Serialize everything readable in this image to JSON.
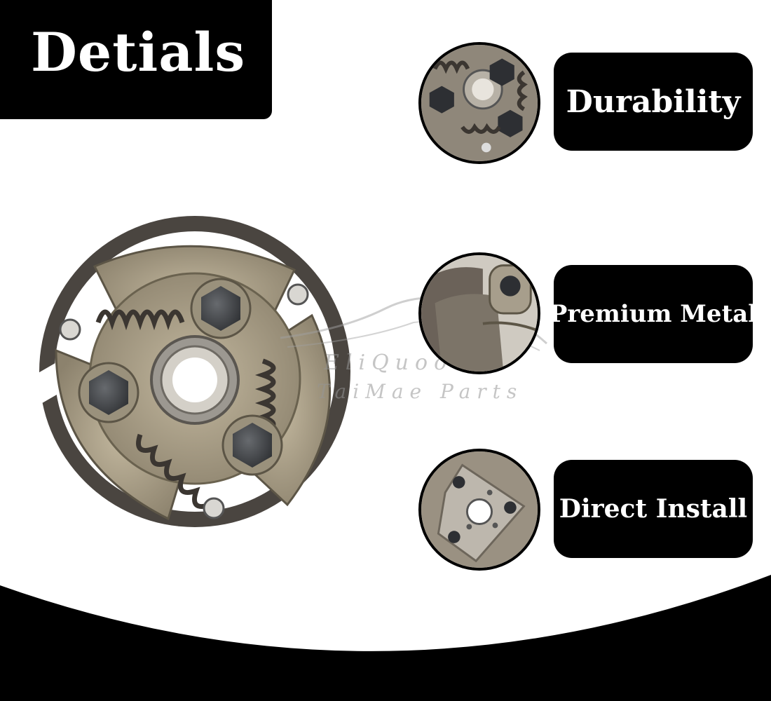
{
  "header": {
    "title": "Detials"
  },
  "watermark": {
    "line1": "EliQuooo",
    "line2": "TaiMae Parts"
  },
  "features": [
    {
      "label": "Durability",
      "icon": "clutch-closeup-springs-icon"
    },
    {
      "label": "Premium Metal",
      "icon": "clutch-shoe-closeup-icon"
    },
    {
      "label": "Direct Install",
      "icon": "clutch-hub-plate-icon"
    }
  ],
  "colors": {
    "background": "#ffffff",
    "panel": "#000000",
    "text": "#ffffff",
    "metal": "#a89d86",
    "lining": "#4a4540"
  }
}
